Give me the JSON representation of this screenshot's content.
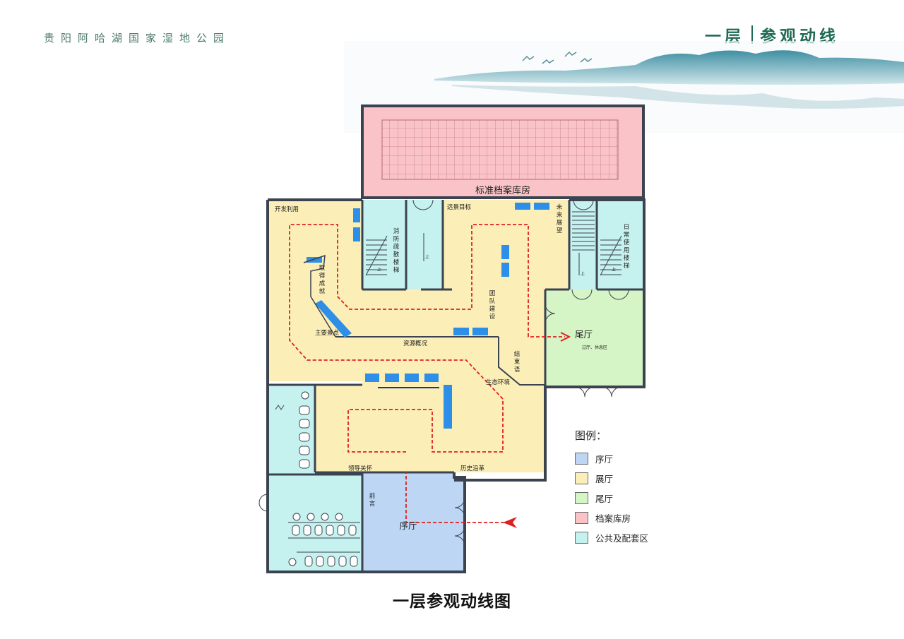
{
  "header": {
    "org_name": "贵阳阿哈湖国家湿地公园",
    "title_left": "一层",
    "title_right": "参观动线"
  },
  "plan": {
    "rooms": {
      "archive": "标准档案库房",
      "lobby": "序厅",
      "tail_hall": "尾厅",
      "tail_hall_sub": "过厅、休息区"
    },
    "zones": {
      "dev_use": "开发利用",
      "fire_stairs": "消防疏散楼梯",
      "vision": "远景目标",
      "future": "未来展望",
      "daily_stairs": "日常使用楼梯",
      "achievement": "取得成就",
      "team": "团队建设",
      "main_spots": "主要景点",
      "resources": "资源概况",
      "ending": "结束语",
      "ecology": "生态环境",
      "leadership": "领导关怀",
      "history": "历史沿革",
      "preface": "前言"
    },
    "stair_up": "上"
  },
  "legend": {
    "title": "图例：",
    "items": [
      {
        "label": "序厅",
        "color": "#bcd6f4"
      },
      {
        "label": "展厅",
        "color": "#fbeeb6"
      },
      {
        "label": "尾厅",
        "color": "#d6f5c6"
      },
      {
        "label": "档案库房",
        "color": "#f9c3c8"
      },
      {
        "label": "公共及配套区",
        "color": "#c5f1ef"
      }
    ]
  },
  "caption": "一层参观动线图",
  "colors": {
    "wall": "#3b4350",
    "route": "#e02020",
    "exhibit": "#2e8fe8",
    "mountain": "#5aa3b3"
  }
}
